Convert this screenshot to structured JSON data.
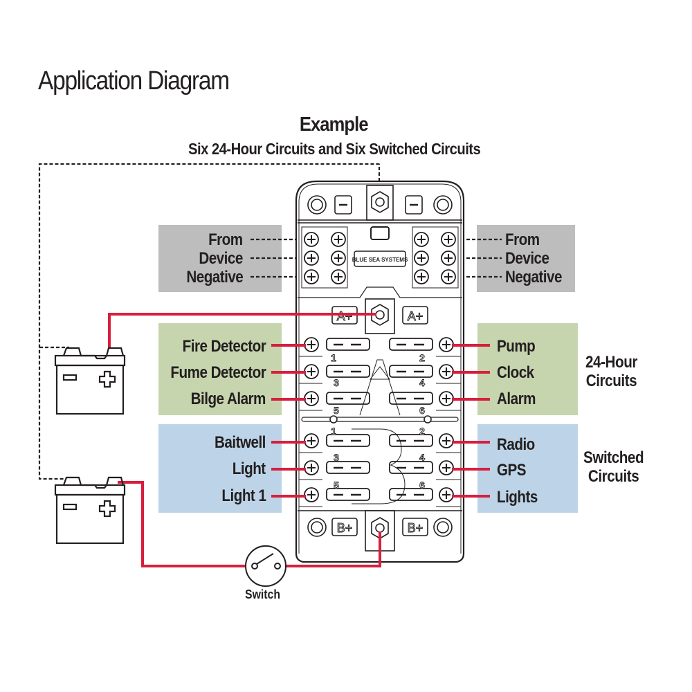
{
  "title": "Application Diagram",
  "example": {
    "heading": "Example",
    "subheading": "Six 24-Hour Circuits and Six Switched Circuits"
  },
  "colors": {
    "wire_positive": "#d71f3d",
    "wire_negative": "#231f20",
    "panel_negative": "#bdbdbd",
    "panel_24hour": "#c6d5ae",
    "panel_switched": "#bdd4e8"
  },
  "negative_labels": {
    "left": [
      "From",
      "Device",
      "Negative"
    ],
    "right": [
      "From",
      "Device",
      "Negative"
    ]
  },
  "fuse_block": {
    "brand": "BLUE SEA SYSTEMS",
    "bus_a_label": "A+",
    "bus_b_label": "B+",
    "fuse_numbers": [
      "1",
      "2",
      "3",
      "4",
      "5",
      "6"
    ]
  },
  "groups": {
    "hour24": {
      "label_line1": "24-Hour",
      "label_line2": "Circuits",
      "left": [
        "Fire Detector",
        "Fume Detector",
        "Bilge Alarm"
      ],
      "right": [
        "Pump",
        "Clock",
        "Alarm"
      ]
    },
    "switched": {
      "label_line1": "Switched",
      "label_line2": "Circuits",
      "left": [
        "Baitwell",
        "Light",
        "Light 1"
      ],
      "right": [
        "Radio",
        "GPS",
        "Lights"
      ]
    }
  },
  "batteries": [
    {
      "name": "battery-a",
      "negative_symbol": "minus",
      "positive_symbol": "plus"
    },
    {
      "name": "battery-b",
      "negative_symbol": "minus",
      "positive_symbol": "plus"
    }
  ],
  "switch": {
    "label": "Switch"
  }
}
